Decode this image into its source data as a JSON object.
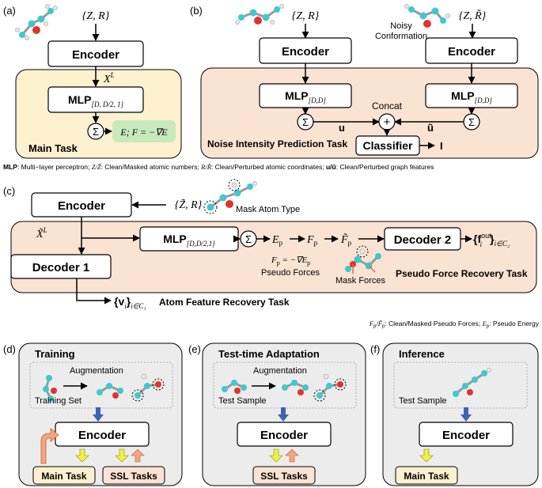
{
  "a": {
    "panel_label": "(a)",
    "input": "{Z, R}",
    "encoder": "Encoder",
    "xl": "X",
    "xl_sup": "L",
    "mlp": "MLP",
    "mlp_sub": "[D, D/2, 1]",
    "sum": "Σ",
    "energy": "E; F = −∇E",
    "main_task": "Main Task"
  },
  "b": {
    "panel_label": "(b)",
    "input_clean": "{Z, R}",
    "input_noisy": "{Z, R̃}",
    "noisy_label_1": "Noisy",
    "noisy_label_2": "Conformation",
    "encoder": "Encoder",
    "mlp": "MLP",
    "mlp_sub": "[D,D]",
    "sum": "Σ",
    "u": "u",
    "u_tilde": "ũ",
    "concat": "Concat",
    "plus": "+",
    "classifier": "Classifier",
    "output": "I",
    "task": "Noise Intensity Prediction Task"
  },
  "legend1": {
    "mlp_key": "MLP",
    "mlp_text": ": Multi−layer perceptron; ",
    "z_key": "Z/Z̃",
    "z_text": ": Clean/Masked atomic numbers; ",
    "r_key": "R/R̃",
    "r_text": ": Clean/Perturbed atomic coordinates; ",
    "u_key": "u/ũ",
    "u_text": ": Clean/Perturbed graph features"
  },
  "c": {
    "panel_label": "(c)",
    "encoder": "Encoder",
    "input": "{Z̃, R}",
    "mask_atom": "Mask Atom Type",
    "xl": "X̃",
    "xl_sup": "L",
    "mlp": "MLP",
    "mlp_sub": "[D,D/2,1]",
    "sum": "Σ",
    "ep": "E",
    "ep_sub": "p",
    "fp": "F",
    "fp_sub": "p",
    "fp_tilde": "F̃",
    "decoder2": "Decoder 2",
    "fout": "{f",
    "fout_sup": "out",
    "fout_sub": "i",
    "fout_set": "}",
    "fout_range": "i∈C₂",
    "fp_eq": "F",
    "fp_eq_sub": "p",
    "fp_eq_rhs": " = −∇E",
    "fp_eq_rhs_sub": "p",
    "pseudo_forces": "Pseudo Forces",
    "mask_forces": "Mask Forces",
    "pf_task": "Pseudo Force Recovery Task",
    "decoder1": "Decoder 1",
    "v": "{v",
    "v_sub": "i",
    "v_set": "}",
    "v_range": "i∈C₁",
    "af_task": "Atom Feature Recovery Task"
  },
  "legend2": {
    "fp_key": "F",
    "fp_key_sub": "p",
    "fp_key2": "/F̃",
    "fp_key2_sub": "p",
    "fp_text": ": Clean/Masked Pseudo Forces; ",
    "ep_key": "E",
    "ep_key_sub": "p",
    "ep_text": ": Pseudo Energy"
  },
  "d": {
    "panel_label": "(d)",
    "title": "Training",
    "augmentation": "Augmentation",
    "set": "Training Set",
    "encoder": "Encoder",
    "main_task": "Main Task",
    "ssl": "SSL Tasks"
  },
  "e": {
    "panel_label": "(e)",
    "title": "Test-time Adaptation",
    "augmentation": "Augmentation",
    "sample": "Test Sample",
    "encoder": "Encoder",
    "ssl": "SSL Tasks"
  },
  "f": {
    "panel_label": "(f)",
    "title": "Inference",
    "sample": "Test Sample",
    "encoder": "Encoder",
    "main_task": "Main Task"
  },
  "colors": {
    "peach": "#FBE3D3",
    "cream": "#FDF1CF",
    "green": "#C9E8BC",
    "gray_panel": "#ECECEC",
    "blue_arrow": "#3E62B5",
    "yellow_arrow": "#EEF23B",
    "orange_arrow": "#F3A57C",
    "atom_teal": "#3FC8CF",
    "atom_red": "#E4322B",
    "atom_white": "#E8E8E8"
  }
}
